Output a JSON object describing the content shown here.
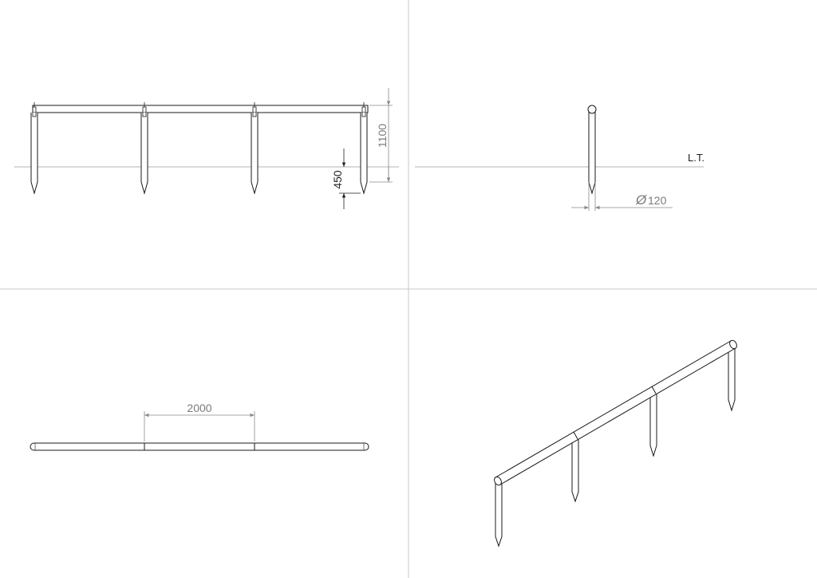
{
  "views": {
    "front": {
      "dim_height": "1100",
      "dim_depth": "450"
    },
    "side": {
      "ground_label": "L.T.",
      "dim_diameter_symbol": "Ø",
      "dim_diameter": "120"
    },
    "top": {
      "dim_spacing": "2000"
    }
  },
  "colors": {
    "line": "#1a1a1a",
    "dimension": "#8a8a8a",
    "divider": "#c8c8c8"
  }
}
